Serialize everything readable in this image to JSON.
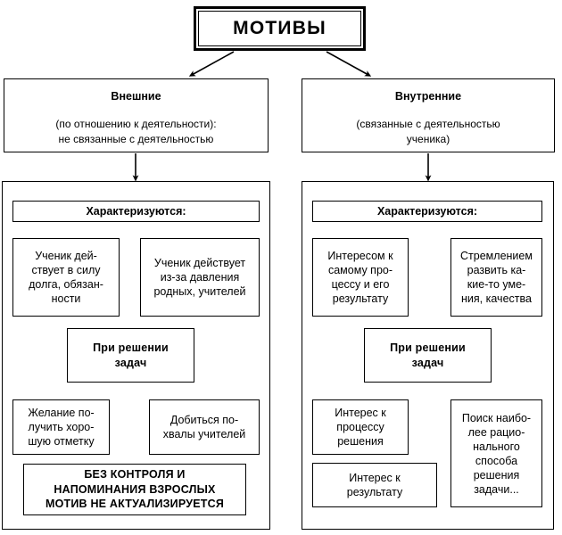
{
  "title": "МОТИВЫ",
  "branches": [
    {
      "id": "external",
      "title": "Внешние",
      "subtitle_line1": "(по отношению к деятельности):",
      "subtitle_line2": "не связанные  с деятельностью",
      "characterized_label": "Характеризуются:",
      "trait_left": {
        "line1": "Ученик дей-",
        "line2": "ствует в силу",
        "line3": "долга, обязан-",
        "line4": "ности"
      },
      "trait_right": {
        "line1": "Ученик действует",
        "line2": "из-за давления",
        "line3": "родных, учителей"
      },
      "solving_label_line1": "При решении",
      "solving_label_line2": "задач",
      "result_left": {
        "line1": "Желание по-",
        "line2": "лучить хоро-",
        "line3": "шую отметку"
      },
      "result_right": {
        "line1": "Добиться по-",
        "line2": "хвалы учителей"
      },
      "conclusion": {
        "line1": "БЕЗ КОНТРОЛЯ И",
        "line2": "НАПОМИНАНИЯ  ВЗРОСЛЫХ",
        "line3": "МОТИВ НЕ АКТУАЛИЗИРУЕТСЯ"
      }
    },
    {
      "id": "internal",
      "title": "Внутренние",
      "subtitle_line1": "(связанные  с деятельностью",
      "subtitle_line2": "ученика)",
      "characterized_label": "Характеризуются:",
      "trait_left": {
        "line1": "Интересом к",
        "line2": "самому про-",
        "line3": "цессу и его",
        "line4": "результату"
      },
      "trait_right": {
        "line1": "Стремлением",
        "line2": "развить ка-",
        "line3": "кие-то уме-",
        "line4": "ния, качества"
      },
      "solving_label_line1": "При решении",
      "solving_label_line2": "задач",
      "result_left": {
        "line1": "Интерес к",
        "line2": "процессу",
        "line3": "решения"
      },
      "result_extra": {
        "line1": "Интерес к",
        "line2": "результату"
      },
      "result_right": {
        "line1": "Поиск наибо-",
        "line2": "лее рацио-",
        "line3": "нального",
        "line4": "способа",
        "line5": "решения",
        "line6": "задачи..."
      }
    }
  ],
  "colors": {
    "stroke": "#000000",
    "background": "#ffffff",
    "text": "#000000"
  }
}
